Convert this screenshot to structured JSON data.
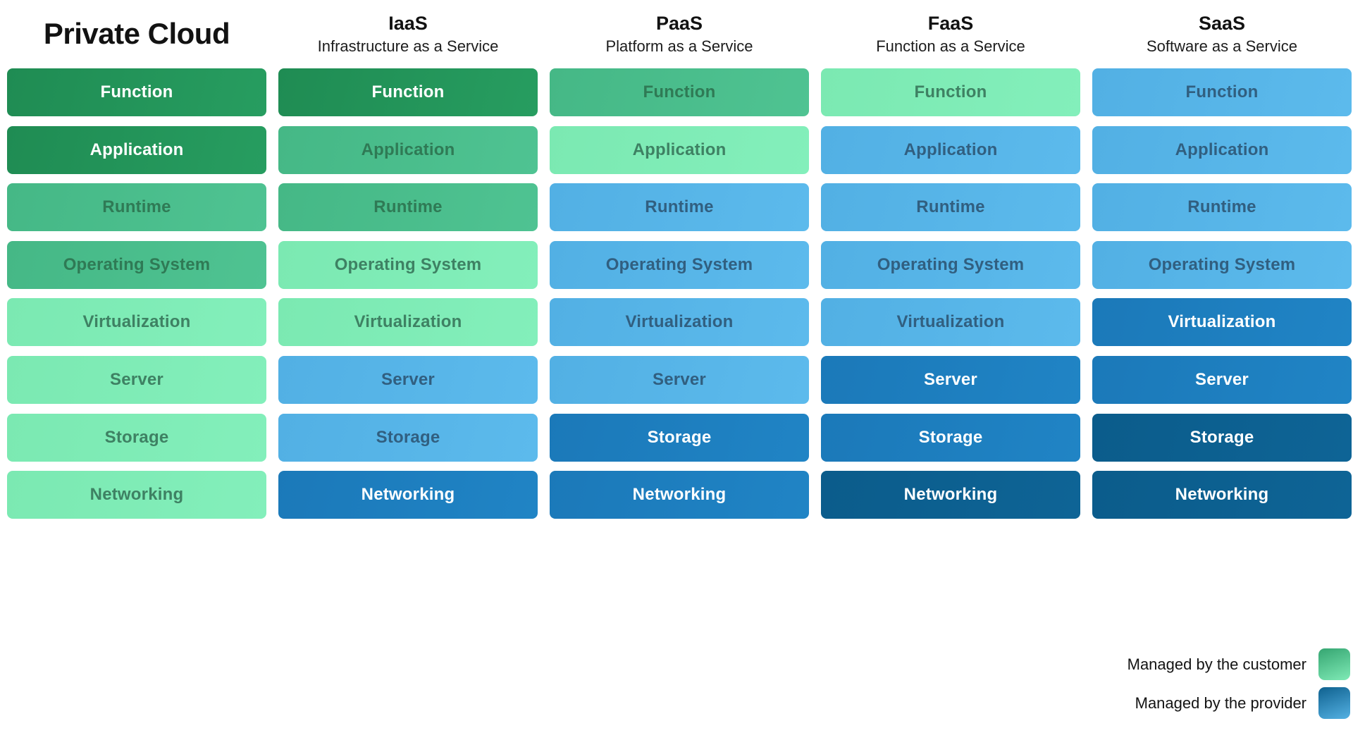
{
  "diagram": {
    "layers": [
      "Function",
      "Application",
      "Runtime",
      "Operating System",
      "Virtualization",
      "Server",
      "Storage",
      "Networking"
    ]
  },
  "levels": {
    "green-dark": {
      "bg_from": "#1F8C53",
      "bg_to": "#279D60",
      "text": "#FFFFFF"
    },
    "green-mid": {
      "bg_from": "#45B886",
      "bg_to": "#4FC392",
      "text": "#2F7A55"
    },
    "green-light": {
      "bg_from": "#7BE9B2",
      "bg_to": "#83EFBB",
      "text": "#3E8163"
    },
    "blue-sky": {
      "bg_from": "#52B0E4",
      "bg_to": "#5CBAEC",
      "text": "#315F80"
    },
    "blue-mid": {
      "bg_from": "#1B79B9",
      "bg_to": "#2084C5",
      "text": "#FFFFFF"
    },
    "blue-dark": {
      "bg_from": "#0B5C8B",
      "bg_to": "#0E6496",
      "text": "#FFFFFF"
    }
  },
  "columns": [
    {
      "id": "private-cloud",
      "title": "Private Cloud",
      "subtitle": "",
      "large_header": true,
      "cells": [
        {
          "label": "Function",
          "level": "green-dark"
        },
        {
          "label": "Application",
          "level": "green-dark"
        },
        {
          "label": "Runtime",
          "level": "green-mid"
        },
        {
          "label": "Operating System",
          "level": "green-mid"
        },
        {
          "label": "Virtualization",
          "level": "green-light"
        },
        {
          "label": "Server",
          "level": "green-light"
        },
        {
          "label": "Storage",
          "level": "green-light"
        },
        {
          "label": "Networking",
          "level": "green-light"
        }
      ]
    },
    {
      "id": "iaas",
      "title": "IaaS",
      "subtitle": "Infrastructure as a Service",
      "large_header": false,
      "cells": [
        {
          "label": "Function",
          "level": "green-dark"
        },
        {
          "label": "Application",
          "level": "green-mid"
        },
        {
          "label": "Runtime",
          "level": "green-mid"
        },
        {
          "label": "Operating System",
          "level": "green-light"
        },
        {
          "label": "Virtualization",
          "level": "green-light"
        },
        {
          "label": "Server",
          "level": "blue-sky"
        },
        {
          "label": "Storage",
          "level": "blue-sky"
        },
        {
          "label": "Networking",
          "level": "blue-mid"
        }
      ]
    },
    {
      "id": "paas",
      "title": "PaaS",
      "subtitle": "Platform as a Service",
      "large_header": false,
      "cells": [
        {
          "label": "Function",
          "level": "green-mid"
        },
        {
          "label": "Application",
          "level": "green-light"
        },
        {
          "label": "Runtime",
          "level": "blue-sky"
        },
        {
          "label": "Operating System",
          "level": "blue-sky"
        },
        {
          "label": "Virtualization",
          "level": "blue-sky"
        },
        {
          "label": "Server",
          "level": "blue-sky"
        },
        {
          "label": "Storage",
          "level": "blue-mid"
        },
        {
          "label": "Networking",
          "level": "blue-mid"
        }
      ]
    },
    {
      "id": "faas",
      "title": "FaaS",
      "subtitle": "Function as a Service",
      "large_header": false,
      "cells": [
        {
          "label": "Function",
          "level": "green-light"
        },
        {
          "label": "Application",
          "level": "blue-sky"
        },
        {
          "label": "Runtime",
          "level": "blue-sky"
        },
        {
          "label": "Operating System",
          "level": "blue-sky"
        },
        {
          "label": "Virtualization",
          "level": "blue-sky"
        },
        {
          "label": "Server",
          "level": "blue-mid"
        },
        {
          "label": "Storage",
          "level": "blue-mid"
        },
        {
          "label": "Networking",
          "level": "blue-dark"
        }
      ]
    },
    {
      "id": "saas",
      "title": "SaaS",
      "subtitle": "Software as a Service",
      "large_header": false,
      "cells": [
        {
          "label": "Function",
          "level": "blue-sky"
        },
        {
          "label": "Application",
          "level": "blue-sky"
        },
        {
          "label": "Runtime",
          "level": "blue-sky"
        },
        {
          "label": "Operating System",
          "level": "blue-sky"
        },
        {
          "label": "Virtualization",
          "level": "blue-mid"
        },
        {
          "label": "Server",
          "level": "blue-mid"
        },
        {
          "label": "Storage",
          "level": "blue-dark"
        },
        {
          "label": "Networking",
          "level": "blue-dark"
        }
      ]
    }
  ],
  "legend": {
    "items": [
      {
        "label": "Managed by the customer",
        "swatch_from": "#35A571",
        "swatch_to": "#7FEAB6"
      },
      {
        "label": "Managed by the provider",
        "swatch_from": "#0F618F",
        "swatch_to": "#54B1E3"
      }
    ]
  }
}
